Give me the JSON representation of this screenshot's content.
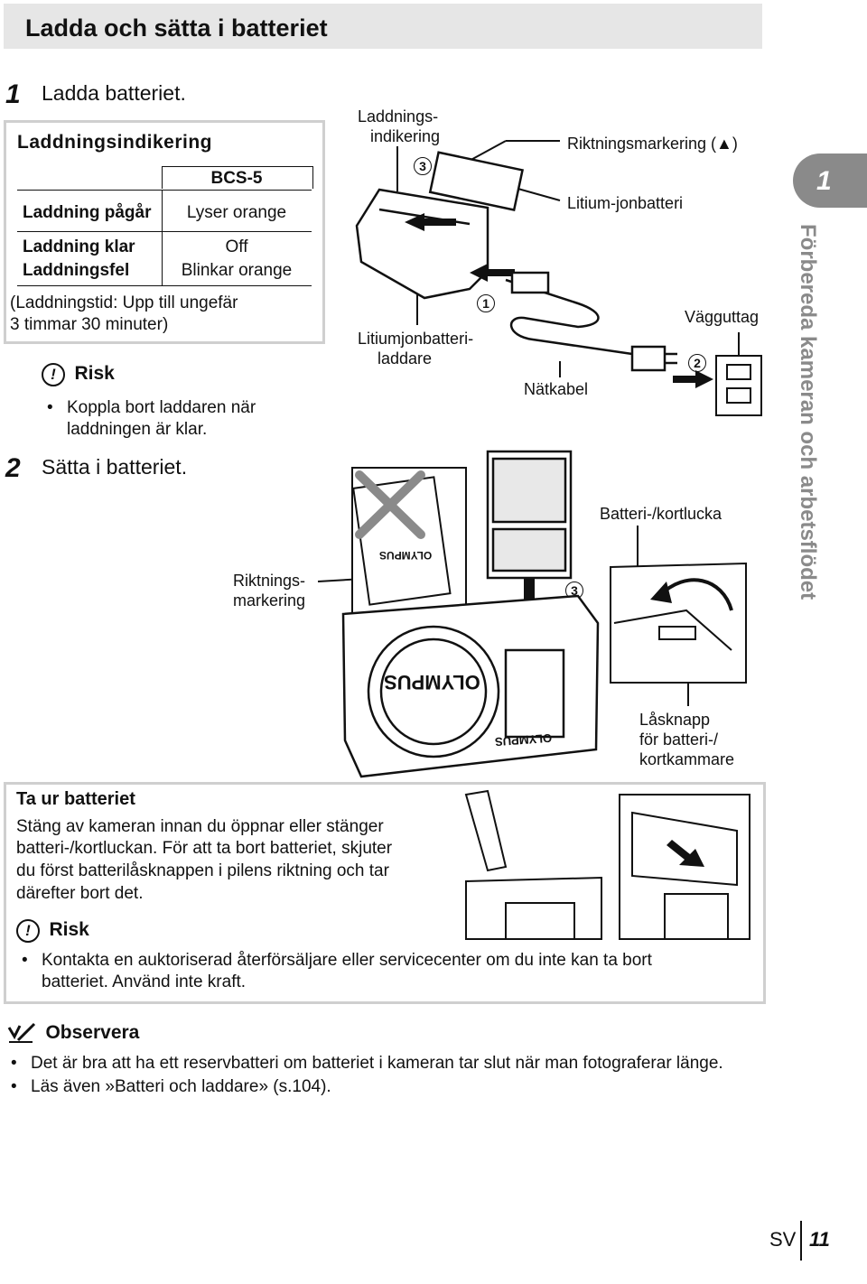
{
  "page_title": "Ladda och sätta i batteriet",
  "step1": {
    "num": "1",
    "text": "Ladda batteriet."
  },
  "charge_box": {
    "heading": "Laddningsindikering",
    "model": "BCS-5",
    "rows": [
      {
        "label": "Laddning pågår",
        "value": "Lyser orange"
      },
      {
        "label": "Laddning klar",
        "value": "Off"
      },
      {
        "label": "Laddningsfel",
        "value": "Blinkar orange"
      }
    ],
    "note_line1": "(Laddningstid: Upp till ungefär",
    "note_line2": "3 timmar 30 minuter)"
  },
  "risk1": {
    "title": "Risk",
    "line1": "Koppla bort laddaren när",
    "line2": "laddningen är klar."
  },
  "step2": {
    "num": "2",
    "text": "Sätta i batteriet."
  },
  "labels": {
    "laddnings_1": "Laddnings-",
    "laddnings_2": "indikering",
    "riktningsmarkering_top": "Riktningsmarkering (▲)",
    "litium_jonbatteri": "Litium-jonbatteri",
    "charger_1": "Litiumjonbatteri-",
    "charger_2": "laddare",
    "natkabel": "Nätkabel",
    "vagguttag": "Vägguttag",
    "riktnings_1": "Riktnings-",
    "riktnings_2": "markering",
    "lucka": "Batteri-/kortlucka",
    "las_1": "Låsknapp",
    "las_2": "för batteri-/",
    "las_3": "kortkammare",
    "brand": "OLYMPUS",
    "n1": "1",
    "n2": "2",
    "n3": "3"
  },
  "remove_box": {
    "heading": "Ta ur batteriet",
    "lines": [
      "Stäng av kameran innan du öppnar eller stänger",
      "batteri-/kortluckan. För att ta bort batteriet, skjuter",
      "du först batterilåsknappen i pilens riktning och tar",
      "därefter bort det."
    ],
    "risk_title": "Risk",
    "risk_line1": "Kontakta en auktoriserad återförsäljare eller servicecenter om du inte kan ta bort",
    "risk_line2": "batteriet. Använd inte kraft."
  },
  "observe": {
    "title": "Observera",
    "items": [
      "Det är bra att ha ett reservbatteri om batteriet i kameran tar slut när man fotograferar länge.",
      "Läs även »Batteri och laddare» (s.104)."
    ]
  },
  "side": {
    "tab_num": "1",
    "chapter": "Förbereda kameran och arbetsflödet"
  },
  "footer": {
    "lang": "SV",
    "page": "11"
  },
  "risk_icon": "!",
  "bullet": "•",
  "icons": [
    "risk-exclamation-icon",
    "pencil-note-icon",
    "x-mark-icon",
    "arrow-icon"
  ],
  "colors": {
    "title_bg": "#e6e6e6",
    "box_border": "#cfcfcf",
    "side_tab": "#8a8a8a"
  }
}
